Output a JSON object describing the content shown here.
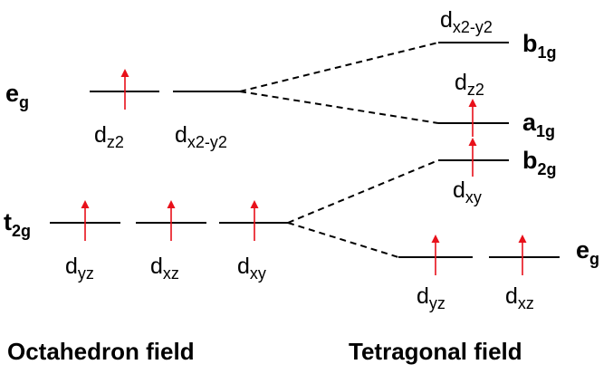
{
  "colors": {
    "line": "#000000",
    "electron_arrow": "#e8101a",
    "background": "#ffffff"
  },
  "octahedral": {
    "title": "Octahedron field",
    "eg_symbol": {
      "main": "e",
      "sub": "g"
    },
    "t2g_symbol": {
      "main": "t",
      "sub": "2g"
    },
    "eg_orbitals": [
      {
        "main": "d",
        "sub": "z2",
        "electrons": 1
      },
      {
        "main": "d",
        "sub": "x2-y2",
        "electrons": 0
      }
    ],
    "t2g_orbitals": [
      {
        "main": "d",
        "sub": "yz",
        "electrons": 1
      },
      {
        "main": "d",
        "sub": "xz",
        "electrons": 1
      },
      {
        "main": "d",
        "sub": "xy",
        "electrons": 1
      }
    ]
  },
  "tetragonal": {
    "title": "Tetragonal field",
    "b1g": {
      "symbol_main": "b",
      "symbol_sub": "1g",
      "orbital_main": "d",
      "orbital_sub": "x2-y2",
      "electrons": 0
    },
    "a1g": {
      "symbol_main": "a",
      "symbol_sub": "1g",
      "orbital_main": "d",
      "orbital_sub": "z2",
      "electrons": 1
    },
    "b2g": {
      "symbol_main": "b",
      "symbol_sub": "2g",
      "orbital_main": "d",
      "orbital_sub": "xy",
      "electrons": 1
    },
    "eg": {
      "symbol_main": "e",
      "symbol_sub": "g",
      "orbitals": [
        {
          "main": "d",
          "sub": "yz",
          "electrons": 1
        },
        {
          "main": "d",
          "sub": "xz",
          "electrons": 1
        }
      ]
    }
  }
}
